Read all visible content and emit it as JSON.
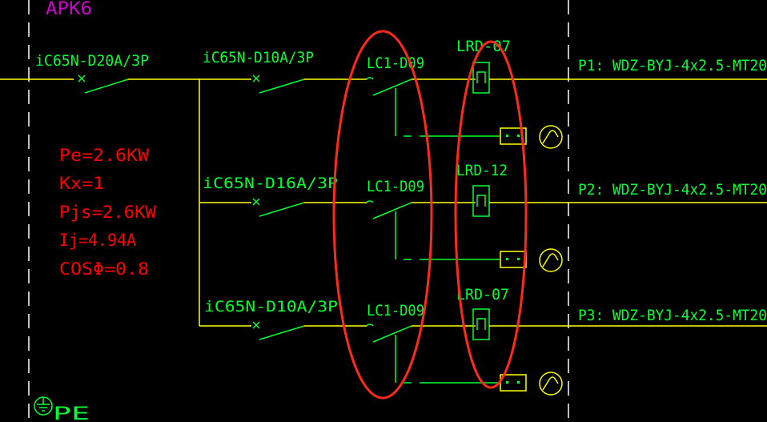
{
  "colors": {
    "background": "#000000",
    "yellow": "#ffff00",
    "green": "#00ff33",
    "red": "#ff0000",
    "magenta": "#cc00cc",
    "white": "#ffffff",
    "annotation": "#ff2a1a"
  },
  "panel": {
    "name": "APK6",
    "main_breaker": "iC65N-D20A/3P",
    "pe_label": "PE"
  },
  "load_summary": {
    "pe": "Pe=2.6KW",
    "kx": "Kx=1",
    "pjs": "Pjs=2.6KW",
    "ij": "Ij=4.94A",
    "cos": "COSΦ=0.8"
  },
  "circuits": [
    {
      "breaker": "iC65N-D10A/3P",
      "contactor": "LC1-D09",
      "relay": "LRD-07",
      "cable": "P1: WDZ-BYJ-4x2.5-MT20"
    },
    {
      "breaker": "iC65N-D16A/3P",
      "contactor": "LC1-D09",
      "relay": "LRD-12",
      "cable": "P2: WDZ-BYJ-4x2.5-MT20"
    },
    {
      "breaker": "iC65N-D10A/3P",
      "contactor": "LC1-D09",
      "relay": "LRD-07",
      "cable": "P3: WDZ-BYJ-4x2.5-MT20"
    }
  ],
  "icons": {
    "motor": "motor-symbol-icon",
    "earth": "earth-ground-icon",
    "relay_aux": "overload-relay-aux-contact-icon"
  }
}
